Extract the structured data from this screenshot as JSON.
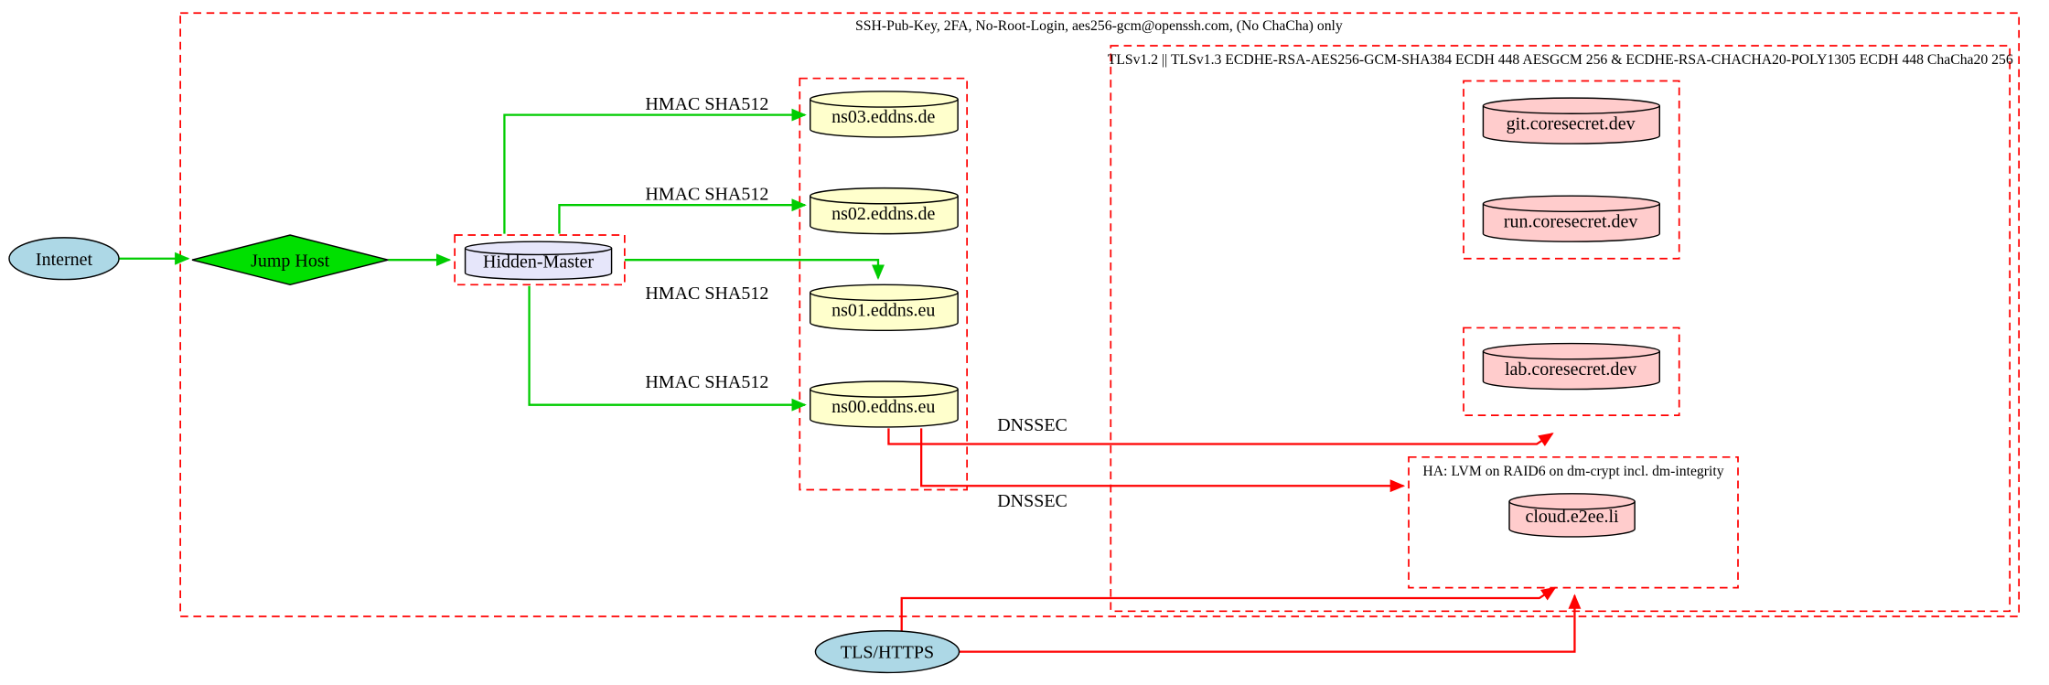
{
  "diagram": {
    "clusters": {
      "ssh_label": "SSH-Pub-Key, 2FA, No-Root-Login, aes256-gcm@openssh.com, (No ChaCha) only",
      "tls_label": "TLSv1.2 || TLSv1.3 ECDHE-RSA-AES256-GCM-SHA384 ECDH 448 AESGCM 256 & ECDHE-RSA-CHACHA20-POLY1305 ECDH 448 ChaCha20 256",
      "ha_label": "HA: LVM on RAID6 on dm-crypt incl. dm-integrity",
      "border_color": "#ff0000"
    },
    "nodes": {
      "internet": "Internet",
      "jump_host": "Jump Host",
      "hidden_master": "Hidden-Master",
      "ns03": "ns03.eddns.de",
      "ns02": "ns02.eddns.de",
      "ns01": "ns01.eddns.eu",
      "ns00": "ns00.eddns.eu",
      "git": "git.coresecret.dev",
      "run": "run.coresecret.dev",
      "lab": "lab.coresecret.dev",
      "cloud": "cloud.e2ee.li",
      "tls_https": "TLS/HTTPS"
    },
    "edge_labels": {
      "hmac_ns03": "HMAC SHA512",
      "hmac_ns02": "HMAC SHA512",
      "hmac_ns01": "HMAC SHA512",
      "hmac_ns00": "HMAC SHA512",
      "dnssec_1": "DNSSEC",
      "dnssec_2": "DNSSEC"
    },
    "colors": {
      "background": "#ffffff",
      "edge_green": "#00cc00",
      "edge_red": "#ff0000",
      "internet_fill": "#add8e6",
      "tls_https_fill": "#add8e6",
      "jump_host_fill": "#00e000",
      "hidden_master_fill": "#e6e6fa",
      "ns_fill": "#ffffcc",
      "service_fill": "#ffcccc"
    }
  }
}
